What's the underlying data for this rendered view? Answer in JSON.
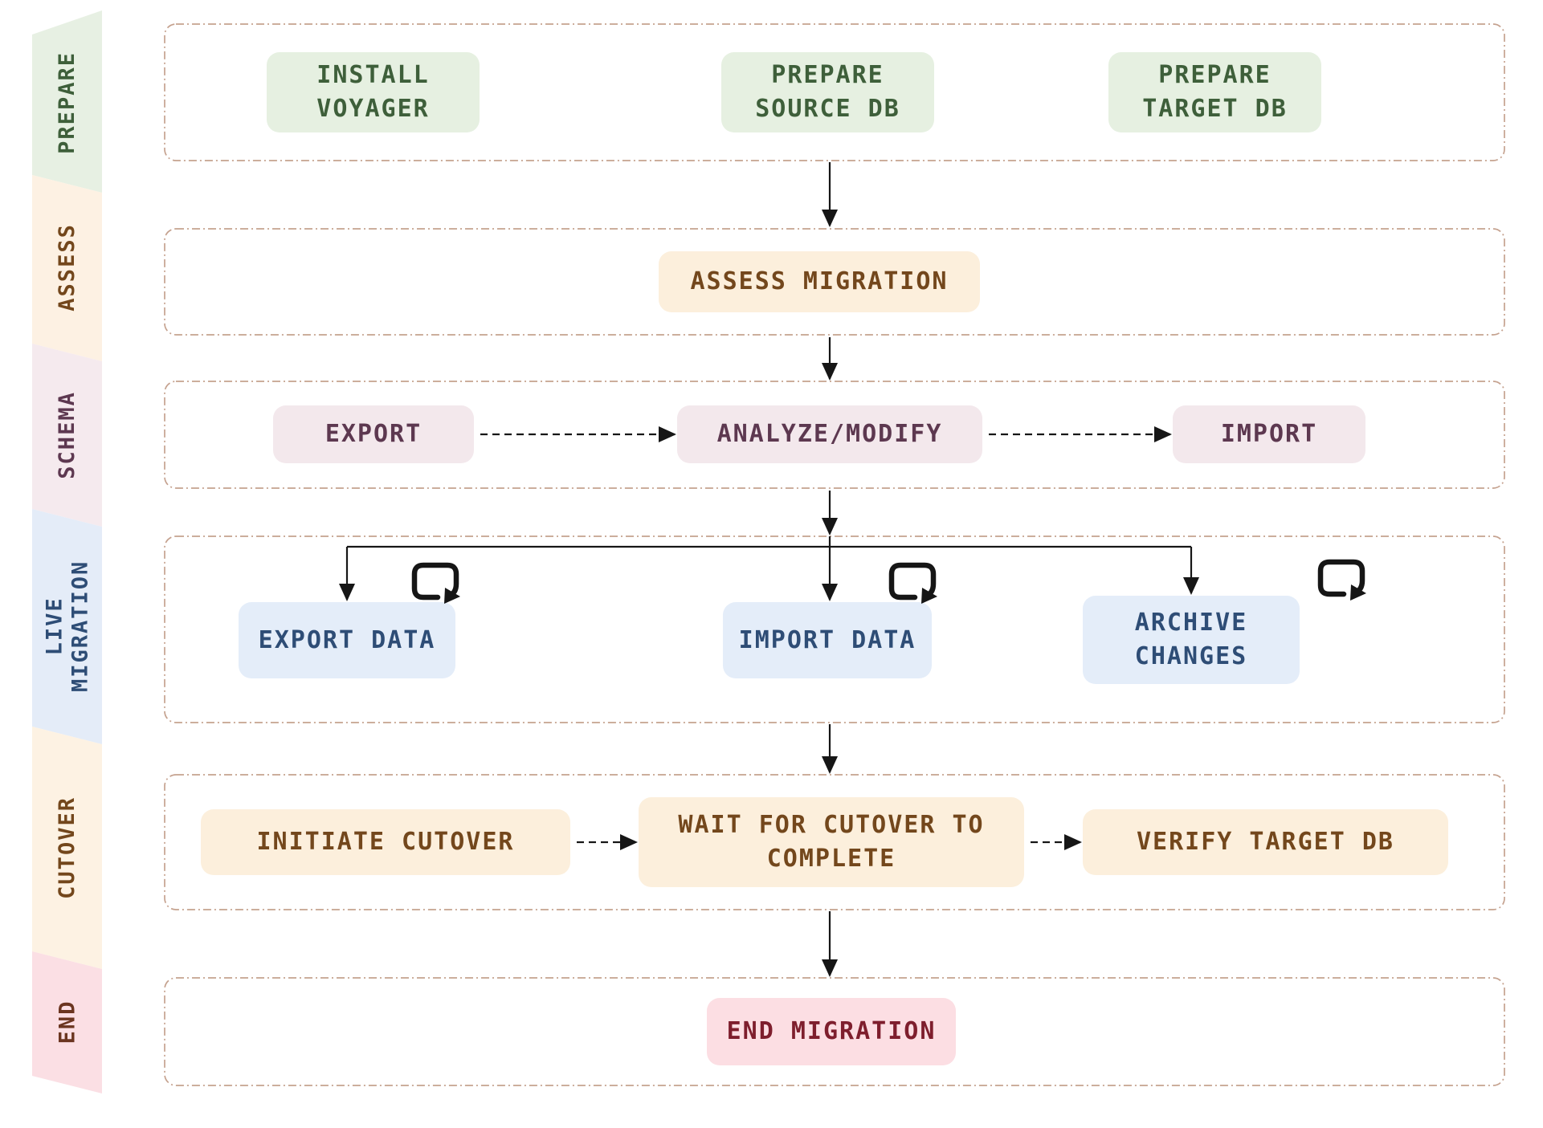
{
  "palette": {
    "background": "#ffffff",
    "row_border": "#c5a28f",
    "arrow": "#161616",
    "green_bg": "#e6f0e1",
    "green_text": "#3e5f3a",
    "orange_bg": "#fcefdc",
    "orange_text": "#73471c",
    "mauve_bg": "#f3e8ec",
    "mauve_text": "#5d3850",
    "blue_bg": "#e4edf9",
    "blue_text": "#2e4d76",
    "red_bg": "#fcdee3",
    "red_text": "#7e1e2d",
    "band_green_bg": "#e7f0e3",
    "band_orange_bg": "#fdf1e3",
    "band_mauve_bg": "#f5eaee",
    "band_blue_bg": "#e4ecf8",
    "band_cutover_bg": "#fdf2e3",
    "band_end_bg": "#fbdfe4",
    "band_end_text": "#6b3520"
  },
  "sidebar": {
    "stages": [
      {
        "id": "prepare",
        "label": "PREPARE"
      },
      {
        "id": "assess",
        "label": "ASSESS"
      },
      {
        "id": "schema",
        "label": "SCHEMA"
      },
      {
        "id": "live-migration",
        "label": [
          "LIVE",
          "MIGRATION"
        ]
      },
      {
        "id": "cutover",
        "label": "CUTOVER"
      },
      {
        "id": "end",
        "label": "END"
      }
    ]
  },
  "nodes": {
    "install_voyager": {
      "label": [
        "INSTALL",
        "VOYAGER"
      ],
      "stage": "prepare"
    },
    "prepare_source_db": {
      "label": [
        "PREPARE",
        "SOURCE DB"
      ],
      "stage": "prepare"
    },
    "prepare_target_db": {
      "label": [
        "PREPARE",
        "TARGET DB"
      ],
      "stage": "prepare"
    },
    "assess_migration": {
      "label": "ASSESS MIGRATION",
      "stage": "assess"
    },
    "export_schema": {
      "label": "EXPORT",
      "stage": "schema"
    },
    "analyze_modify": {
      "label": "ANALYZE/MODIFY",
      "stage": "schema"
    },
    "import_schema": {
      "label": "IMPORT",
      "stage": "schema"
    },
    "export_data": {
      "label": "EXPORT DATA",
      "stage": "live-migration",
      "repeats": true
    },
    "import_data": {
      "label": "IMPORT DATA",
      "stage": "live-migration",
      "repeats": true
    },
    "archive_changes": {
      "label": [
        "ARCHIVE",
        "CHANGES"
      ],
      "stage": "live-migration",
      "repeats": true
    },
    "initiate_cutover": {
      "label": "INITIATE CUTOVER",
      "stage": "cutover"
    },
    "wait_for_cutover": {
      "label": [
        "WAIT FOR CUTOVER TO",
        "COMPLETE"
      ],
      "stage": "cutover"
    },
    "verify_target_db": {
      "label": "VERIFY TARGET DB",
      "stage": "cutover"
    },
    "end_migration": {
      "label": "END MIGRATION",
      "stage": "end"
    }
  },
  "edges": [
    {
      "from": "prepare_stage",
      "to": "assess_migration",
      "style": "solid"
    },
    {
      "from": "assess_migration",
      "to": "analyze_modify",
      "style": "solid"
    },
    {
      "from": "export_schema",
      "to": "analyze_modify",
      "style": "dashed"
    },
    {
      "from": "analyze_modify",
      "to": "import_schema",
      "style": "dashed"
    },
    {
      "from": "analyze_modify",
      "to": "export_data",
      "style": "solid"
    },
    {
      "from": "analyze_modify",
      "to": "import_data",
      "style": "solid"
    },
    {
      "from": "analyze_modify",
      "to": "archive_changes",
      "style": "solid"
    },
    {
      "from": "live_migration_stage",
      "to": "wait_for_cutover",
      "style": "solid"
    },
    {
      "from": "initiate_cutover",
      "to": "wait_for_cutover",
      "style": "dashed"
    },
    {
      "from": "wait_for_cutover",
      "to": "verify_target_db",
      "style": "dashed"
    },
    {
      "from": "cutover_stage",
      "to": "end_migration",
      "style": "solid"
    }
  ]
}
